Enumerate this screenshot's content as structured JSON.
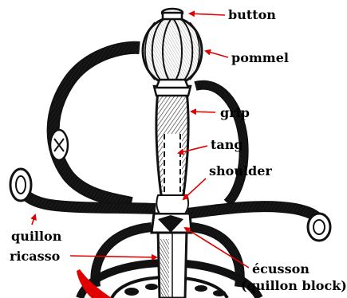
{
  "labels": {
    "button": "button",
    "pommel": "pommel",
    "grip": "grip",
    "tang": "tang",
    "shoulder": "shoulder",
    "quillon": "quillon",
    "ricasso": "ricasso",
    "ecusson": "écusson",
    "quillon_block": "(quillon block)"
  },
  "colors": {
    "arrow": "#e00000",
    "ink": "#111111",
    "paper": "#ffffff"
  }
}
